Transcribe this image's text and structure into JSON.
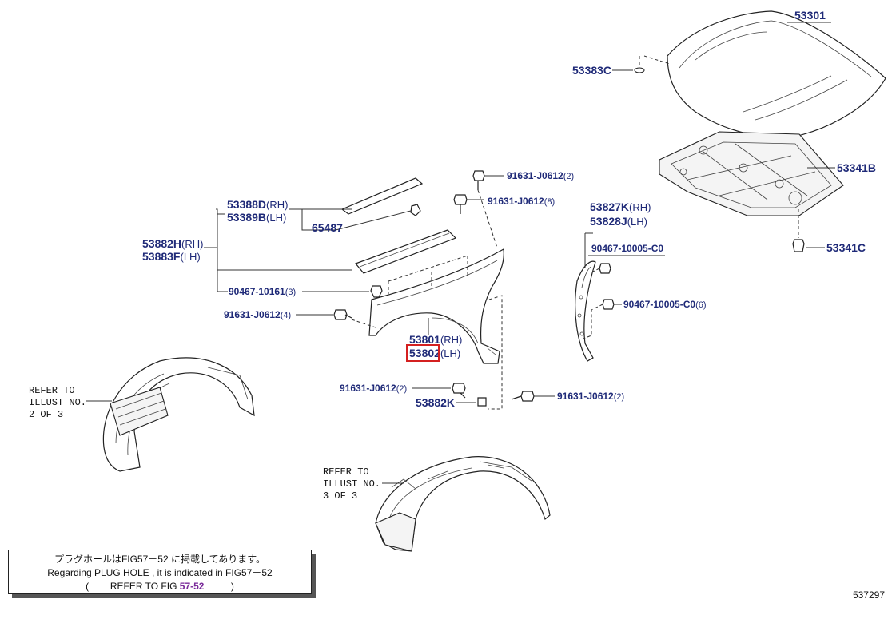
{
  "parts": {
    "hood": "53301",
    "hood_cushion": "53383C",
    "engine_under_cover": "53341B",
    "under_cover_clip": "53341C",
    "seal_rh": "53388D",
    "seal_lh": "53389B",
    "seal_clip": "65487",
    "seal_set_rh": "53882H",
    "seal_set_lh": "53883F",
    "clip_a": "90467-10161",
    "clip_a_qty": "(3)",
    "bolt_top": "91631-J0612",
    "bolt_top_qty": "(2)",
    "bolt_upper": "91631-J0612",
    "bolt_upper_qty": "(8)",
    "bolt_left": "91631-J0612",
    "bolt_left_qty": "(4)",
    "bolt_low_left": "91631-J0612",
    "bolt_low_left_qty": "(2)",
    "bolt_low_right": "91631-J0612",
    "bolt_low_right_qty": "(2)",
    "fender_rh": "53801",
    "fender_lh": "53802",
    "fender_bracket": "53882K",
    "liner_rh": "53827K",
    "liner_lh": "53828J",
    "clip_b": "90467-10005-C0",
    "clip_c": "90467-10005-C0",
    "clip_c_qty": "(6)",
    "rh": "(RH)",
    "lh": "(LH)"
  },
  "refer1": [
    "REFER TO",
    "ILLUST NO.",
    "2 OF 3"
  ],
  "refer2": [
    "REFER TO",
    "ILLUST NO.",
    "3 OF 3"
  ],
  "note": {
    "line_jp": "プラグホールはFIG57－52 に掲載してあります。",
    "line_en": "Regarding  PLUG  HOLE  , it  is  indicated  in  FIG57－52",
    "open_paren": "(",
    "refer_to": "REFER TO FIG",
    "fig": "57-52",
    "close_paren": ")"
  },
  "illustration_code": "537297",
  "colors": {
    "label": "#1f2a78",
    "highlight": "#d42020",
    "fig_link": "#7a2a9a"
  }
}
